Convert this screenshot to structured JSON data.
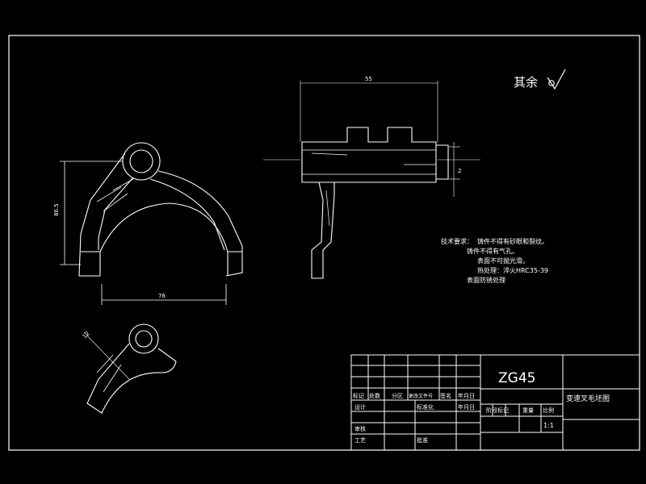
{
  "colors": {
    "background": "#000000",
    "line": "#ffffff",
    "accent": "#ffff00"
  },
  "surface_finish": {
    "label": "其余"
  },
  "dimensions": {
    "top_width": "55",
    "left_height": "86.5",
    "bottom_width": "76",
    "right_small": "2",
    "angled": "12"
  },
  "tech_requirements": {
    "heading": "技术要求：",
    "line1": "铸件不得有砂眼和裂纹。",
    "line2": "铸件不得有气孔。",
    "line3": "表面不可抛光滑。",
    "line4": "热处理：淬火HRC35-39",
    "line5": "表面防锈处理"
  },
  "title_block": {
    "material": "ZG45",
    "drawing_name": "变速叉毛坯图",
    "scale": "1:1",
    "h_mark": "标记",
    "h_count": "处数",
    "h_zone": "分区",
    "h_docno": "更改文件号",
    "h_sign": "签名",
    "h_date": "年月日",
    "design": "设计",
    "standardize": "标准化",
    "date2": "年月日",
    "stage_mark": "阶段标记",
    "weight": "重量",
    "ratio": "比例",
    "review": "审核",
    "process": "工艺",
    "approve": "批准"
  }
}
